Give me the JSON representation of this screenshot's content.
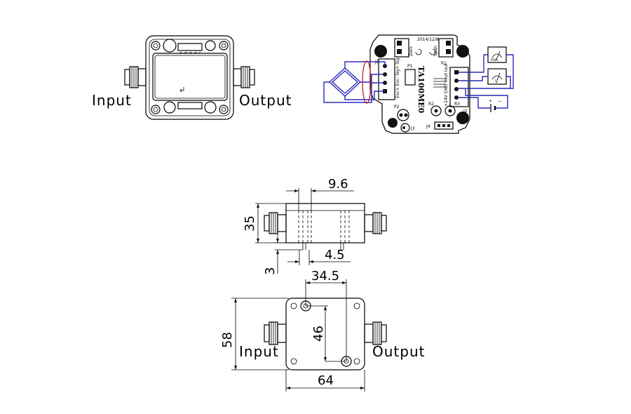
{
  "labels": {
    "input": "Input",
    "output": "Output",
    "input_bottom": "Input",
    "output_bottom": "Output"
  },
  "pcb": {
    "date": "2014/12/8",
    "zero": "Zero",
    "span": "Span",
    "model": "TA100ME0",
    "header_left": "Exc+ Exc- Sig+ Sig-",
    "header_right": "+24V GND Vout Iout",
    "r1": "R1",
    "r2": "R2",
    "r3": "R3",
    "j1": "J1",
    "j2": "J2",
    "j3": "J3",
    "j4": "J4",
    "p2": "P2",
    "meter_ma": "mA",
    "meter_v": "V",
    "battery_plus": "+",
    "battery_minus": "−"
  },
  "dimensions": {
    "d9_6": "9.6",
    "d35": "35",
    "d4_5": "4.5",
    "d3": "3",
    "d34_5": "34.5",
    "d58": "58",
    "d46": "46",
    "d64": "64"
  },
  "colors": {
    "wire_blue": "#2a2ab8",
    "loop_red": "#c0202a",
    "line": "#000000"
  }
}
